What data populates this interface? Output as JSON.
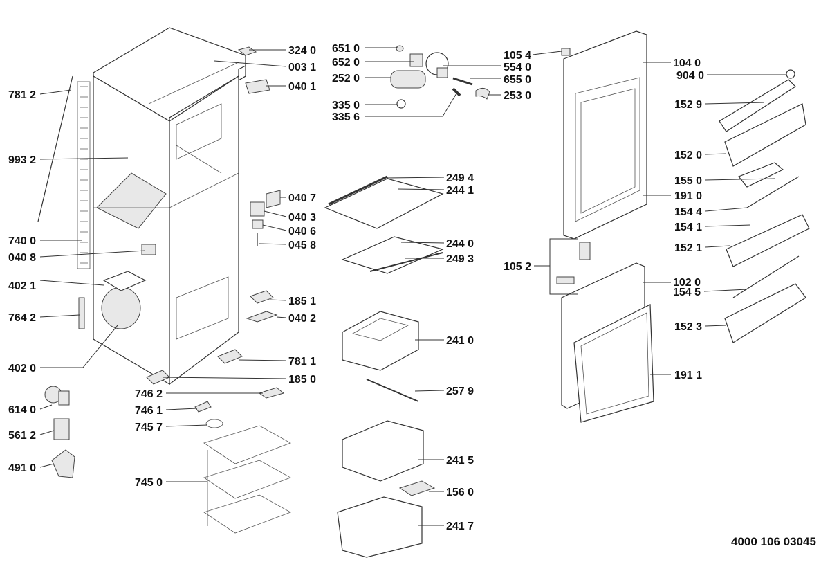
{
  "diagram_code": "4000 106 03045",
  "labels": [
    "781 2",
    "993 2",
    "740 0",
    "040 8",
    "402 1",
    "764 2",
    "402 0",
    "614 0",
    "561 2",
    "491 0",
    "324 0",
    "003 1",
    "040 1",
    "040 7",
    "040 3",
    "040 6",
    "045 8",
    "185 1",
    "040 2",
    "781 1",
    "185 0",
    "746 2",
    "746 1",
    "745 7",
    "745 0",
    "651 0",
    "652 0",
    "252 0",
    "335 0",
    "335 6",
    "554 0",
    "655 0",
    "253 0",
    "249 4",
    "244 1",
    "244 0",
    "249 3",
    "241 0",
    "257 9",
    "241 5",
    "156 0",
    "241 7",
    "105 4",
    "105 2",
    "104 0",
    "904 0",
    "152 9",
    "152 0",
    "155 0",
    "191 0",
    "154 4",
    "154 1",
    "152 1",
    "102 0",
    "154 5",
    "152 3",
    "191 1"
  ]
}
